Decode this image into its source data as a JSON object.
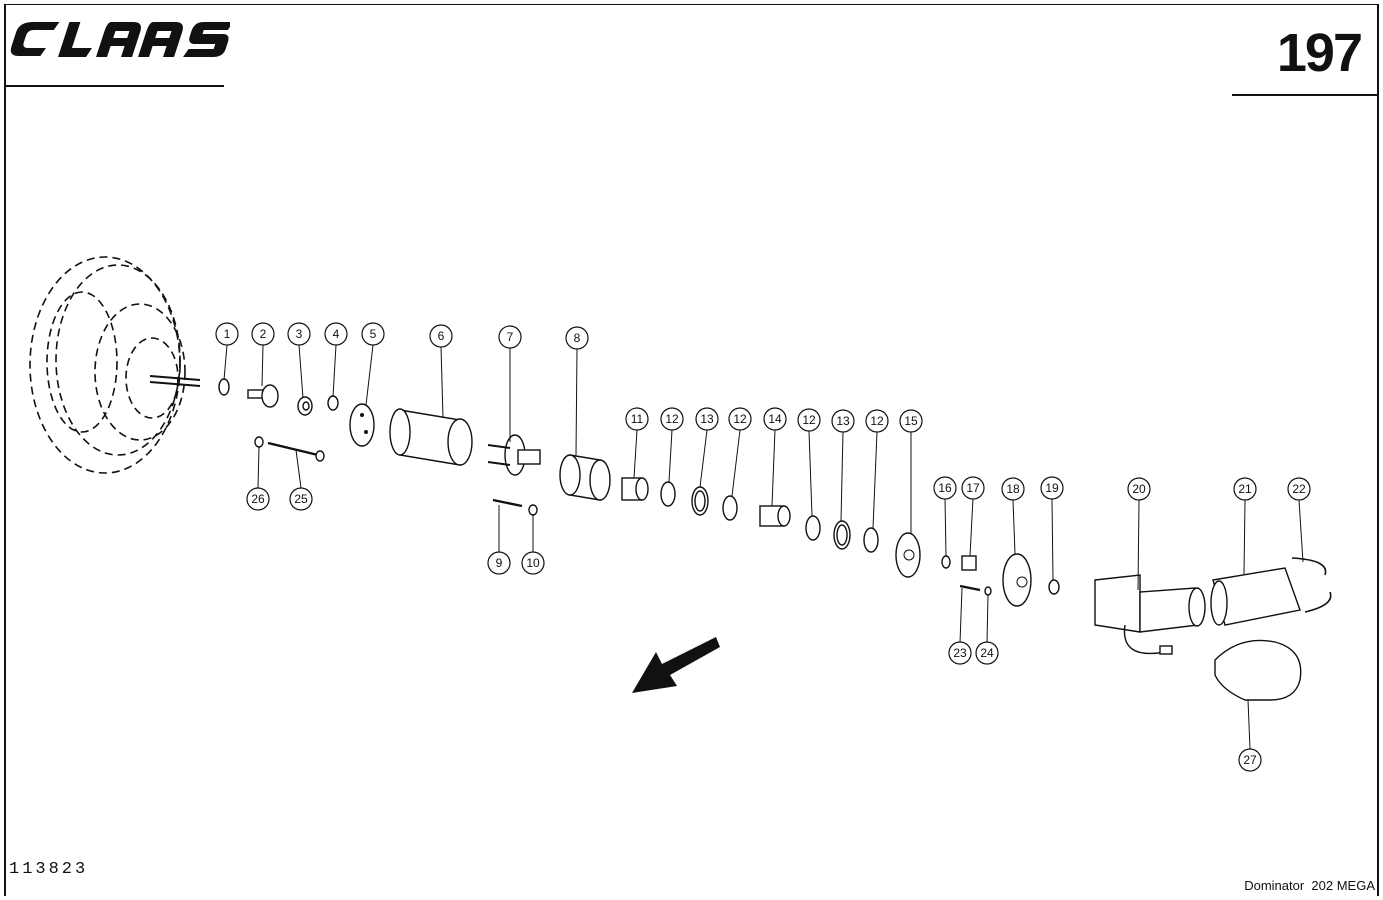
{
  "header": {
    "brand": "CLAAS",
    "page_number": "197"
  },
  "footer": {
    "drawing_id": "113823",
    "model": "Dominator  202 MEGA"
  },
  "callouts": [
    "1",
    "2",
    "3",
    "4",
    "5",
    "6",
    "7",
    "8",
    "9",
    "10",
    "11",
    "12",
    "12",
    "12",
    "12",
    "13",
    "13",
    "14",
    "15",
    "16",
    "17",
    "18",
    "19",
    "20",
    "21",
    "22",
    "23",
    "24",
    "25",
    "26",
    "27"
  ]
}
